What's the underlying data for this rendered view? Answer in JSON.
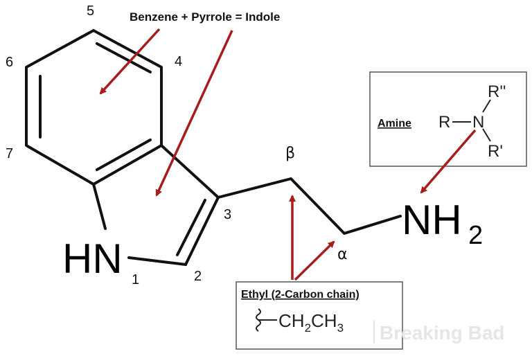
{
  "title": "Benzene + Pyrrole = Indole",
  "ring_numbers": [
    "5",
    "4",
    "6",
    "7",
    "3",
    "1",
    "2"
  ],
  "greek": {
    "beta": "β",
    "alpha": "α"
  },
  "atoms": {
    "hn": "HN",
    "nh": "NH",
    "nh_sub": "2"
  },
  "amine_box": {
    "label": "Amine",
    "r": "R",
    "n": "N",
    "r_double_prime": "R''",
    "r_prime": "R'"
  },
  "ethyl_box": {
    "label": "Ethyl (2-Carbon chain)",
    "formula_ch": "CH",
    "formula_sub1": "2",
    "formula_ch3": "CH",
    "formula_sub2": "3"
  },
  "watermark": "Breaking Bad",
  "colors": {
    "arrow": "#a51d1d",
    "bond": "#111111",
    "box": "#555555"
  }
}
